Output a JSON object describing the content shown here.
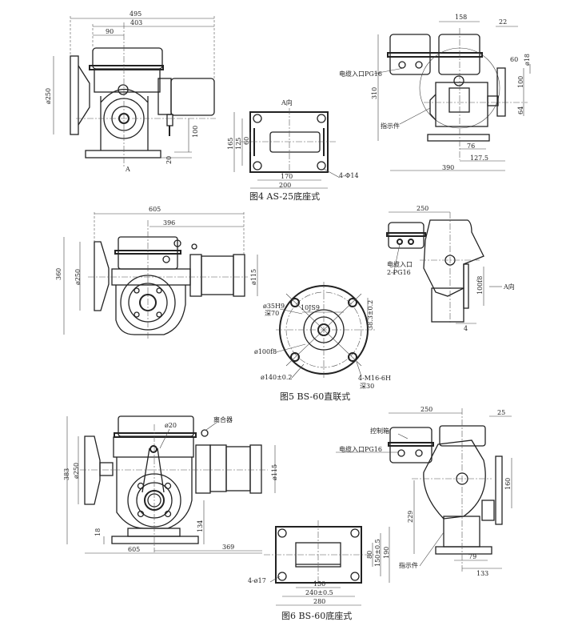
{
  "colors": {
    "ink": "#222222",
    "background": "#ffffff"
  },
  "fig4": {
    "caption": "图4 AS-25底座式",
    "front": {
      "d495": "495",
      "d403": "403",
      "d90": "90",
      "dia250": "ø250",
      "d100": "100",
      "d20": "20",
      "section_mark": "A"
    },
    "base": {
      "view_label": "A向",
      "d165": "165",
      "d125": "125",
      "d60": "60",
      "d170": "170",
      "d200": "200",
      "holes": "4-Φ14"
    },
    "side": {
      "d158": "158",
      "d22": "22",
      "cable_entry": "电缆入口PG16",
      "d310": "310",
      "d60": "60",
      "dia18": "ø18",
      "d100": "100",
      "d64": "64",
      "indicator": "指示件",
      "d76": "76",
      "d127_5": "127.5",
      "d390": "390"
    }
  },
  "fig5": {
    "caption": "图5 BS-60直联式",
    "front": {
      "d605": "605",
      "d396": "396",
      "d360": "360",
      "dia250": "ø250",
      "dia115": "ø115"
    },
    "flange": {
      "bore": "ø35H9",
      "bore_depth": "深70",
      "key": "10JS9",
      "key_depth": "38.3±0.2",
      "spigot": "ø100f8",
      "pcd": "ø140±0.2",
      "threads": "4-M16-6H",
      "thread_depth": "深30"
    },
    "side": {
      "d250": "250",
      "cable_entry": "电缆入口",
      "cable_entry_spec": "2-PG16",
      "spigot": "100f8",
      "view_label": "A向",
      "d4": "4"
    }
  },
  "fig6": {
    "caption": "图6 BS-60底座式",
    "front": {
      "d383": "383",
      "dia250": "ø250",
      "dia20": "ø20",
      "clutch": "离合器",
      "dia115": "ø115",
      "d18": "18",
      "d134": "134",
      "d605": "605",
      "d369": "369"
    },
    "base": {
      "d80": "80",
      "d150tol": "150±0.5",
      "d190": "190",
      "holes": "4-ø17",
      "d150": "150",
      "d240": "240±0.5",
      "d280": "280"
    },
    "side": {
      "d250": "250",
      "d25": "25",
      "control_box": "控制箱",
      "cable_entry": "电缆入口PG16",
      "d229": "229",
      "d160": "160",
      "indicator": "指示件",
      "d79": "79",
      "d133": "133"
    }
  }
}
